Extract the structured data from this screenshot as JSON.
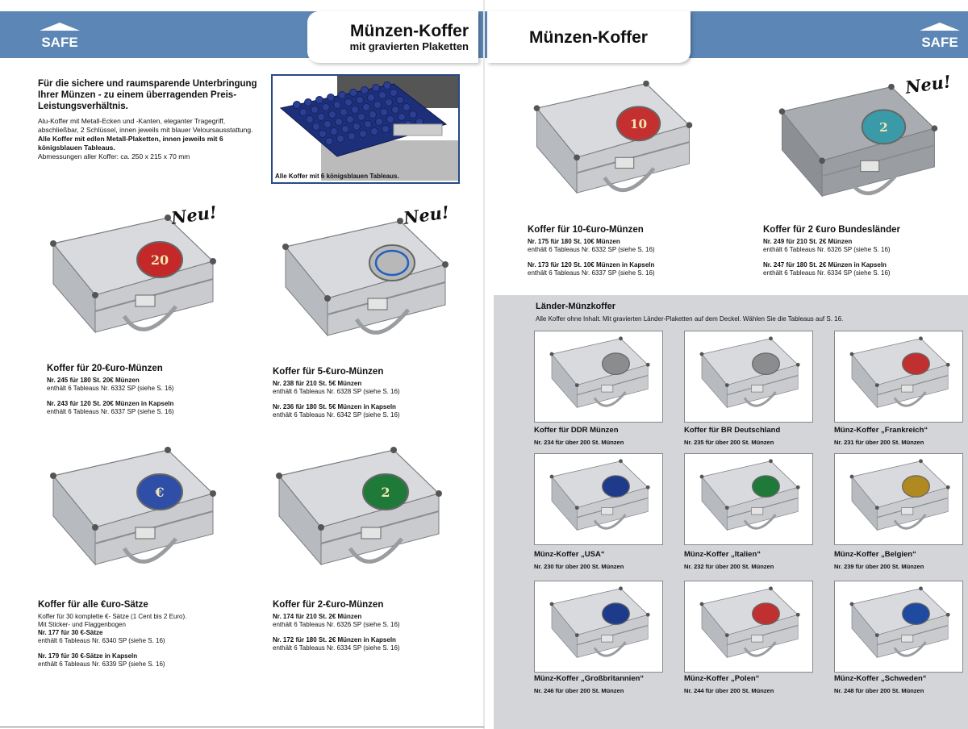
{
  "left_page": {
    "logo_text": "SAFE",
    "header_title": "Münzen-Koffer",
    "header_subtitle": "mit gravierten Plaketten",
    "intro_lead": "Für die sichere und raumsparende Unterbringung Ihrer Münzen - zu einem überragenden Preis-Leistungsverhältnis.",
    "intro_line1": "Alu-Koffer mit Metall-Ecken und -Kanten, eleganter Tragegriff, abschließbar, 2 Schlüssel, innen jeweils mit blauer Veloursausstattung.",
    "intro_bold": "Alle Koffer mit edlen Metall-Plaketten, innen jeweils mit 6 königsblauen Tableaus.",
    "intro_dims": "Abmessungen aller Koffer: ca. 250 x 215 x 70 mm",
    "photo_caption": "Alle Koffer mit 6 königsblauen Tableaus.",
    "neu_label": "Neu!",
    "products": [
      {
        "title": "Koffer für 20-€uro-Münzen",
        "lines": [
          {
            "text": "Nr. 245 für 180 St. 20€ Münzen",
            "bold": true
          },
          {
            "text": "enthält 6 Tableaus Nr. 6332 SP (siehe S. 16)",
            "bold": false
          },
          {
            "text": "Nr. 243 für 120 St. 20€ Münzen in Kapseln",
            "bold": true
          },
          {
            "text": "enthält 6 Tableaus Nr. 6337 SP (siehe S. 16)",
            "bold": false
          }
        ]
      },
      {
        "title": "Koffer für 5-€uro-Münzen",
        "lines": [
          {
            "text": "Nr. 238 für 210 St. 5€ Münzen",
            "bold": true
          },
          {
            "text": "enthält 6 Tableaus Nr. 6328 SP (siehe S. 16)",
            "bold": false
          },
          {
            "text": "Nr. 236 für 180 St. 5€ Münzen in Kapseln",
            "bold": true
          },
          {
            "text": "enthält 6 Tableaus Nr. 6342 SP (siehe S. 16)",
            "bold": false
          }
        ]
      },
      {
        "title": "Koffer für alle €uro-Sätze",
        "lines": [
          {
            "text": "Koffer für 30 komplette €- Sätze (1 Cent bis 2 Euro).",
            "bold": false
          },
          {
            "text": "Mit Sticker- und Flaggenbogen",
            "bold": false
          },
          {
            "text": "Nr. 177 für 30 €-Sätze",
            "bold": true
          },
          {
            "text": "enthält 6 Tableaus Nr. 6340 SP (siehe S. 16)",
            "bold": false
          },
          {
            "text": "Nr. 179 für 30 €-Sätze in Kapseln",
            "bold": true
          },
          {
            "text": "enthält 6 Tableaus Nr. 6339 SP (siehe S. 16)",
            "bold": false
          }
        ]
      },
      {
        "title": "Koffer für 2-€uro-Münzen",
        "lines": [
          {
            "text": "Nr. 174 für 210 St. 2€ Münzen",
            "bold": true
          },
          {
            "text": "enthält 6 Tableaus Nr. 6326 SP (siehe S. 16)",
            "bold": false
          },
          {
            "text": "Nr. 172 für 180 St. 2€ Münzen in Kapseln",
            "bold": true
          },
          {
            "text": "enthält 6 Tableaus Nr. 6334 SP (siehe S. 16)",
            "bold": false
          }
        ]
      }
    ]
  },
  "right_page": {
    "logo_text": "SAFE",
    "header_title": "Münzen-Koffer",
    "neu_label": "Neu!",
    "products": [
      {
        "title": "Koffer für 10-€uro-Münzen",
        "lines": [
          {
            "text": "Nr. 175 für 180 St. 10€ Münzen",
            "bold": true
          },
          {
            "text": "enthält 6 Tableaus Nr. 6332 SP (siehe S. 16)",
            "bold": false
          },
          {
            "text": "Nr. 173 für 120 St. 10€ Münzen in Kapseln",
            "bold": true
          },
          {
            "text": "enthält 6 Tableaus Nr. 6337 SP (siehe S. 16)",
            "bold": false
          }
        ]
      },
      {
        "title": "Koffer für 2 €uro Bundesländer",
        "lines": [
          {
            "text": "Nr. 249 für 210 St. 2€ Münzen",
            "bold": true
          },
          {
            "text": "enthält 6 Tableaus Nr. 6326 SP (siehe S. 16)",
            "bold": false
          },
          {
            "text": "Nr. 247 für 180 St. 2€ Münzen in Kapseln",
            "bold": true
          },
          {
            "text": "enthält 6 Tableaus Nr. 6334 SP (siehe S. 16)",
            "bold": false
          }
        ]
      }
    ],
    "laender": {
      "title": "Länder-Münzkoffer",
      "subtitle": "Alle Koffer ohne Inhalt. Mit gravierten Länder-Plaketten auf dem Deckel. Wählen Sie die Tableaus auf S. 16.",
      "items": [
        {
          "name": "Koffer für DDR Münzen",
          "nr": "Nr. 234 für über 200 St. Münzen"
        },
        {
          "name": "Koffer für BR Deutschland",
          "nr": "Nr. 235 für über 200 St. Münzen"
        },
        {
          "name": "Münz-Koffer „Frankreich“",
          "nr": "Nr. 231 für über 200 St. Münzen"
        },
        {
          "name": "Münz-Koffer „USA“",
          "nr": "Nr. 230 für über 200 St. Münzen"
        },
        {
          "name": "Münz-Koffer „Italien“",
          "nr": "Nr. 232 für über 200 St. Münzen"
        },
        {
          "name": "Münz-Koffer „Belgien“",
          "nr": "Nr. 239 für über 200 St. Münzen"
        },
        {
          "name": "Münz-Koffer „Großbritannien“",
          "nr": "Nr. 246 für über 200 St. Münzen"
        },
        {
          "name": "Münz-Koffer „Polen“",
          "nr": "Nr. 244 für über 200 St. Münzen"
        },
        {
          "name": "Münz-Koffer „Schweden“",
          "nr": "Nr. 248 für über 200 St. Münzen"
        }
      ]
    }
  },
  "colors": {
    "header_band": "#5b86b5",
    "grey_panel": "#d3d5d8",
    "tableau_blue": "#1e2f7a",
    "medallion_20": "#c42828",
    "medallion_euro": "#2f4ea8",
    "medallion_2": "#1f7a3a",
    "medallion_10": "#c43030"
  }
}
